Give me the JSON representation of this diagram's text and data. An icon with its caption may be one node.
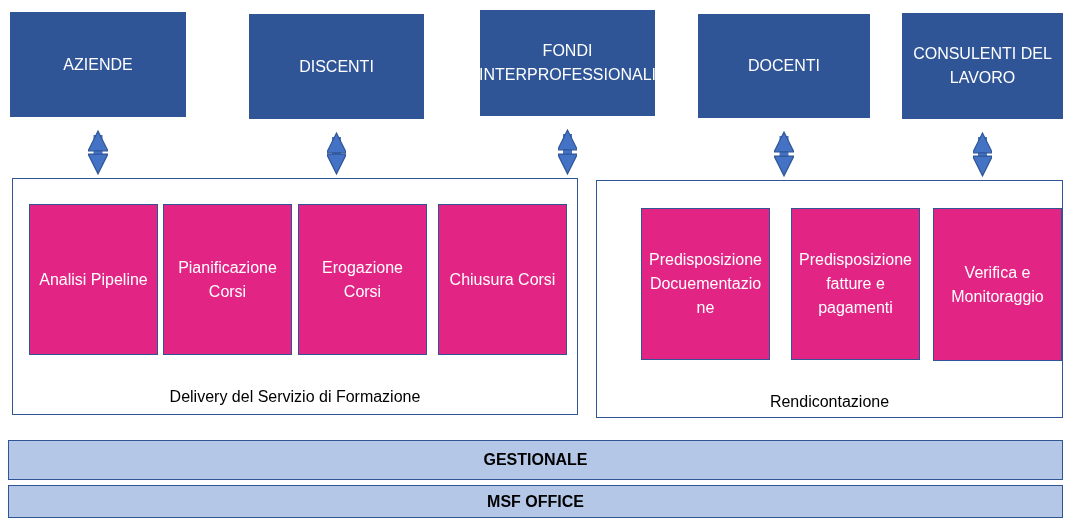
{
  "diagram": {
    "nodes": [
      {
        "text": [
          "AZIENDE"
        ]
      },
      {
        "text": [
          "DISCENTI"
        ]
      },
      {
        "text": [
          "FONDI INTERPROFESSIONALI"
        ]
      },
      {
        "text": [
          "DOCENTI"
        ]
      },
      {
        "text": [
          "CONSULENTI DEL LAVORO"
        ]
      },
      {
        "text": [
          "Delivery del Servizio di Formazione"
        ]
      },
      {
        "text": [
          "Analisi Pipeline"
        ],
        "in": 5
      },
      {
        "text": [
          "Pianificazione Corsi"
        ],
        "in": 5
      },
      {
        "text": [
          "Erogazione Corsi"
        ],
        "in": 5
      },
      {
        "text": [
          "Chiusura Corsi"
        ],
        "in": 5
      },
      {
        "text": [
          "Rendicontazione"
        ]
      },
      {
        "text": [
          "Predisposizione Docuementazione"
        ],
        "in": 10
      },
      {
        "text": [
          "Predisposizione fatture e pagamenti"
        ],
        "in": 10
      },
      {
        "text": [
          "Verifica e Monitoraggio"
        ],
        "in": 10
      },
      {
        "text": [
          "GESTIONALE"
        ]
      },
      {
        "text": [
          "MSF OFFICE"
        ]
      }
    ],
    "edges": [
      {
        "from": 0,
        "to": 5,
        "arrow": "both"
      },
      {
        "from": 1,
        "to": 5,
        "arrow": "both"
      },
      {
        "from": 2,
        "to": 5,
        "arrow": "both"
      },
      {
        "from": 3,
        "to": 10,
        "arrow": "both"
      },
      {
        "from": 4,
        "to": 10,
        "arrow": "both"
      }
    ]
  }
}
